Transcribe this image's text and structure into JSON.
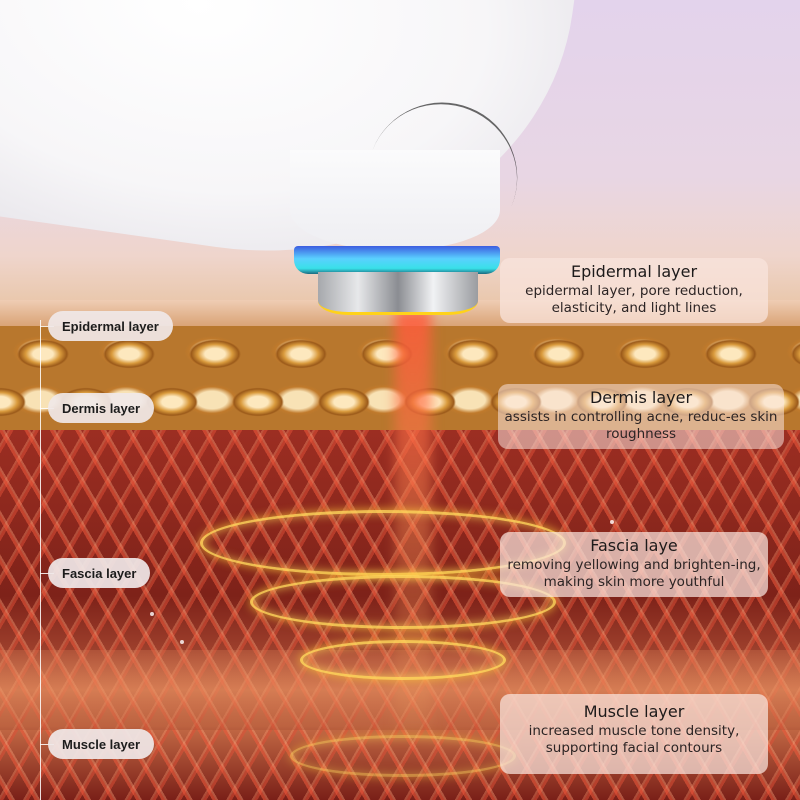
{
  "scene": {
    "description": "Facial device emitting light into skin layers cross-section",
    "colors": {
      "background_top": "#e3d3ec",
      "device_body": "#f7f6f8",
      "device_led_ring": "#39e0e8",
      "device_led_ring_outer": "#3c5ce0",
      "device_metal_head": "#c8c9cc",
      "light_beam": "#ff5a3c",
      "energy_rings": "#ffd75a",
      "epidermis_cells": "#d99a3c",
      "muscle_fibers": "#e0553a"
    }
  },
  "left_labels": [
    {
      "id": "epidermal",
      "label": "Epidermal layer"
    },
    {
      "id": "dermis",
      "label": "Dermis layer"
    },
    {
      "id": "fascia",
      "label": "Fascia layer"
    },
    {
      "id": "muscle",
      "label": "Muscle layer"
    }
  ],
  "info_cards": [
    {
      "id": "epidermal",
      "title": "Epidermal layer",
      "description": "epidermal layer, pore reduction, elasticity, and light lines"
    },
    {
      "id": "dermis",
      "title": "Dermis layer",
      "description": "assists in controlling acne, reduc-es skin roughness"
    },
    {
      "id": "fascia",
      "title": "Fascia laye",
      "description": "removing yellowing and brighten-ing, making skin more youthful"
    },
    {
      "id": "muscle",
      "title": "Muscle layer",
      "description": "increased muscle tone density, supporting facial contours"
    }
  ]
}
